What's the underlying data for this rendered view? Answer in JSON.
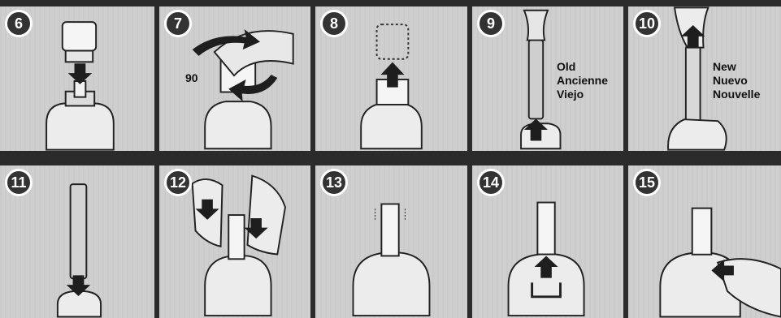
{
  "instructions": {
    "steps": [
      {
        "number": "6"
      },
      {
        "number": "7",
        "rotation_label": "90"
      },
      {
        "number": "8"
      },
      {
        "number": "9",
        "label_lines": [
          "Old",
          "Ancienne",
          "Viejo"
        ]
      },
      {
        "number": "10",
        "label_lines": [
          "New",
          "Nuevo",
          "Nouvelle"
        ]
      },
      {
        "number": "11"
      },
      {
        "number": "12"
      },
      {
        "number": "13"
      },
      {
        "number": "14"
      },
      {
        "number": "15"
      }
    ]
  },
  "colors": {
    "ink": "#2b2b2b",
    "panel": "#cfcfcf",
    "body": "#ececec",
    "arrow": "#1e1e1e"
  },
  "icons": [
    "down-arrow-icon",
    "up-arrow-icon",
    "rotate-arrow-icon",
    "pliers-icon",
    "hand-icon"
  ]
}
